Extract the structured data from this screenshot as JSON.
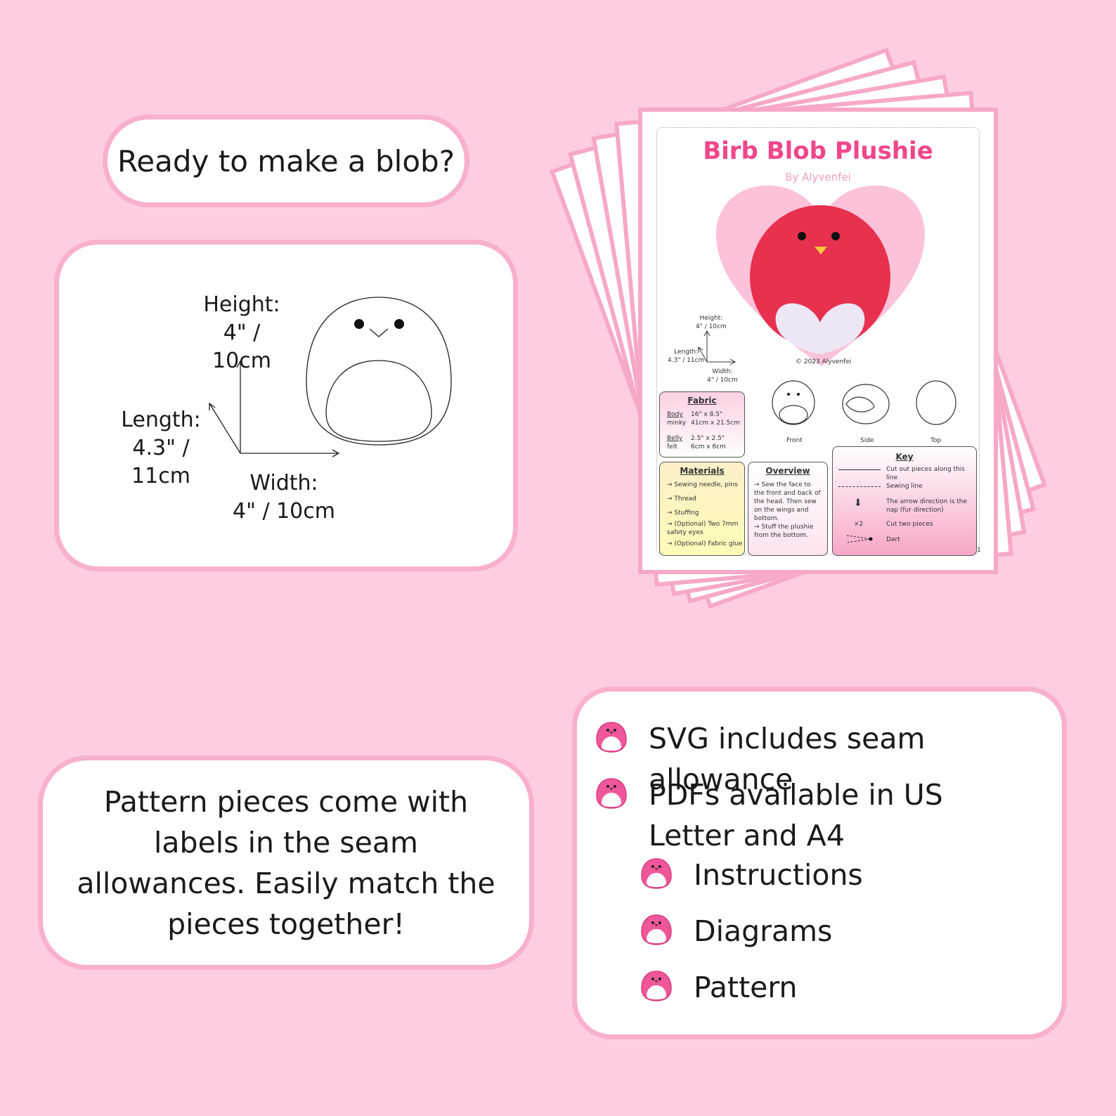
{
  "heading": "Ready to make a blob?",
  "dimensions": {
    "height_label": "Height:",
    "height_value": "4\" / 10cm",
    "length_label": "Length:",
    "length_value": "4.3\" / 11cm",
    "width_label": "Width:",
    "width_value": "4\" / 10cm"
  },
  "description": "Pattern pieces come with labels in the seam allowances. Easily match the pieces together!",
  "features": {
    "items": [
      "SVG includes seam allowance",
      "PDFs available in US Letter and A4"
    ],
    "sub_items": [
      "Instructions",
      "Diagrams",
      "Pattern"
    ],
    "icon": "blob-bullet-icon",
    "icon_color": "#f0569a"
  },
  "document": {
    "title": "Birb Blob Plushie",
    "author": "By Alyvenfei",
    "copyright": "© 2023 Alyvenfei",
    "dims": {
      "height": "Height:",
      "height_v": "4\" / 10cm",
      "length": "Length:",
      "length_v": "4.3\" / 11cm",
      "width": "Width:",
      "width_v": "4\" / 10cm"
    },
    "views": [
      "Front",
      "Side",
      "Top"
    ],
    "fabric": {
      "title": "Fabric",
      "body_label": "Body",
      "body_sub": "minky",
      "body_v1": "16\" x 8.5\"",
      "body_v2": "41cm x 21.5cm",
      "belly_label": "Belly",
      "belly_sub": "felt",
      "belly_v1": "2.5\" x 2.5\"",
      "belly_v2": "6cm x 6cm"
    },
    "materials": {
      "title": "Materials",
      "items": [
        "→ Sewing needle, pins",
        "→ Thread",
        "→ Stuffing",
        "→ (Optional) Two 7mm safety eyes",
        "→ (Optional) Fabric glue"
      ]
    },
    "overview": {
      "title": "Overview",
      "p1": "→ Sew the face to the front and back of the head. Then sew on the wings and bottom.",
      "p2": "→ Stuff the plushie from the bottom."
    },
    "key": {
      "title": "Key",
      "items": [
        "Cut out pieces along this line",
        "Sewing line",
        "The arrow direction is the nap (fur direction)",
        "Cut two pieces",
        "Dart"
      ],
      "x2": "×2"
    },
    "page_number": "1",
    "title_color": "#f0468c"
  }
}
